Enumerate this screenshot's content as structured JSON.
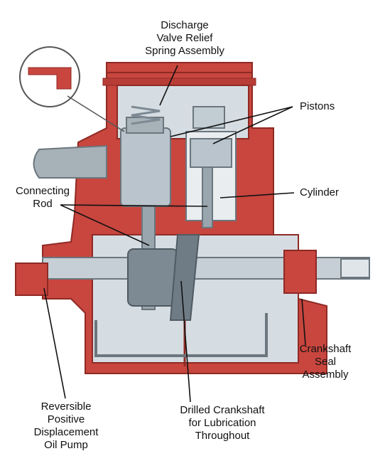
{
  "diagram": {
    "labels": {
      "discharge_valve": [
        "Discharge",
        "Valve Relief",
        "Spring Assembly"
      ],
      "pistons": [
        "Pistons"
      ],
      "connecting_rod": [
        "Connecting",
        "Rod"
      ],
      "cylinder": [
        "Cylinder"
      ],
      "crankshaft_seal": [
        "Crankshaft",
        "Seal",
        "Assembly"
      ],
      "oil_pump": [
        "Reversible",
        "Positive",
        "Displacement",
        "Oil Pump"
      ],
      "drilled_crankshaft": [
        "Drilled Crankshaft",
        "for Lubrication",
        "Throughout"
      ]
    },
    "colors": {
      "housing": "#c8463e",
      "housing_dark": "#8e2a25",
      "metal": "#b9c4cc",
      "metal_dark": "#7d8a94",
      "interior": "#d6dde2",
      "leader": "#111111"
    }
  }
}
